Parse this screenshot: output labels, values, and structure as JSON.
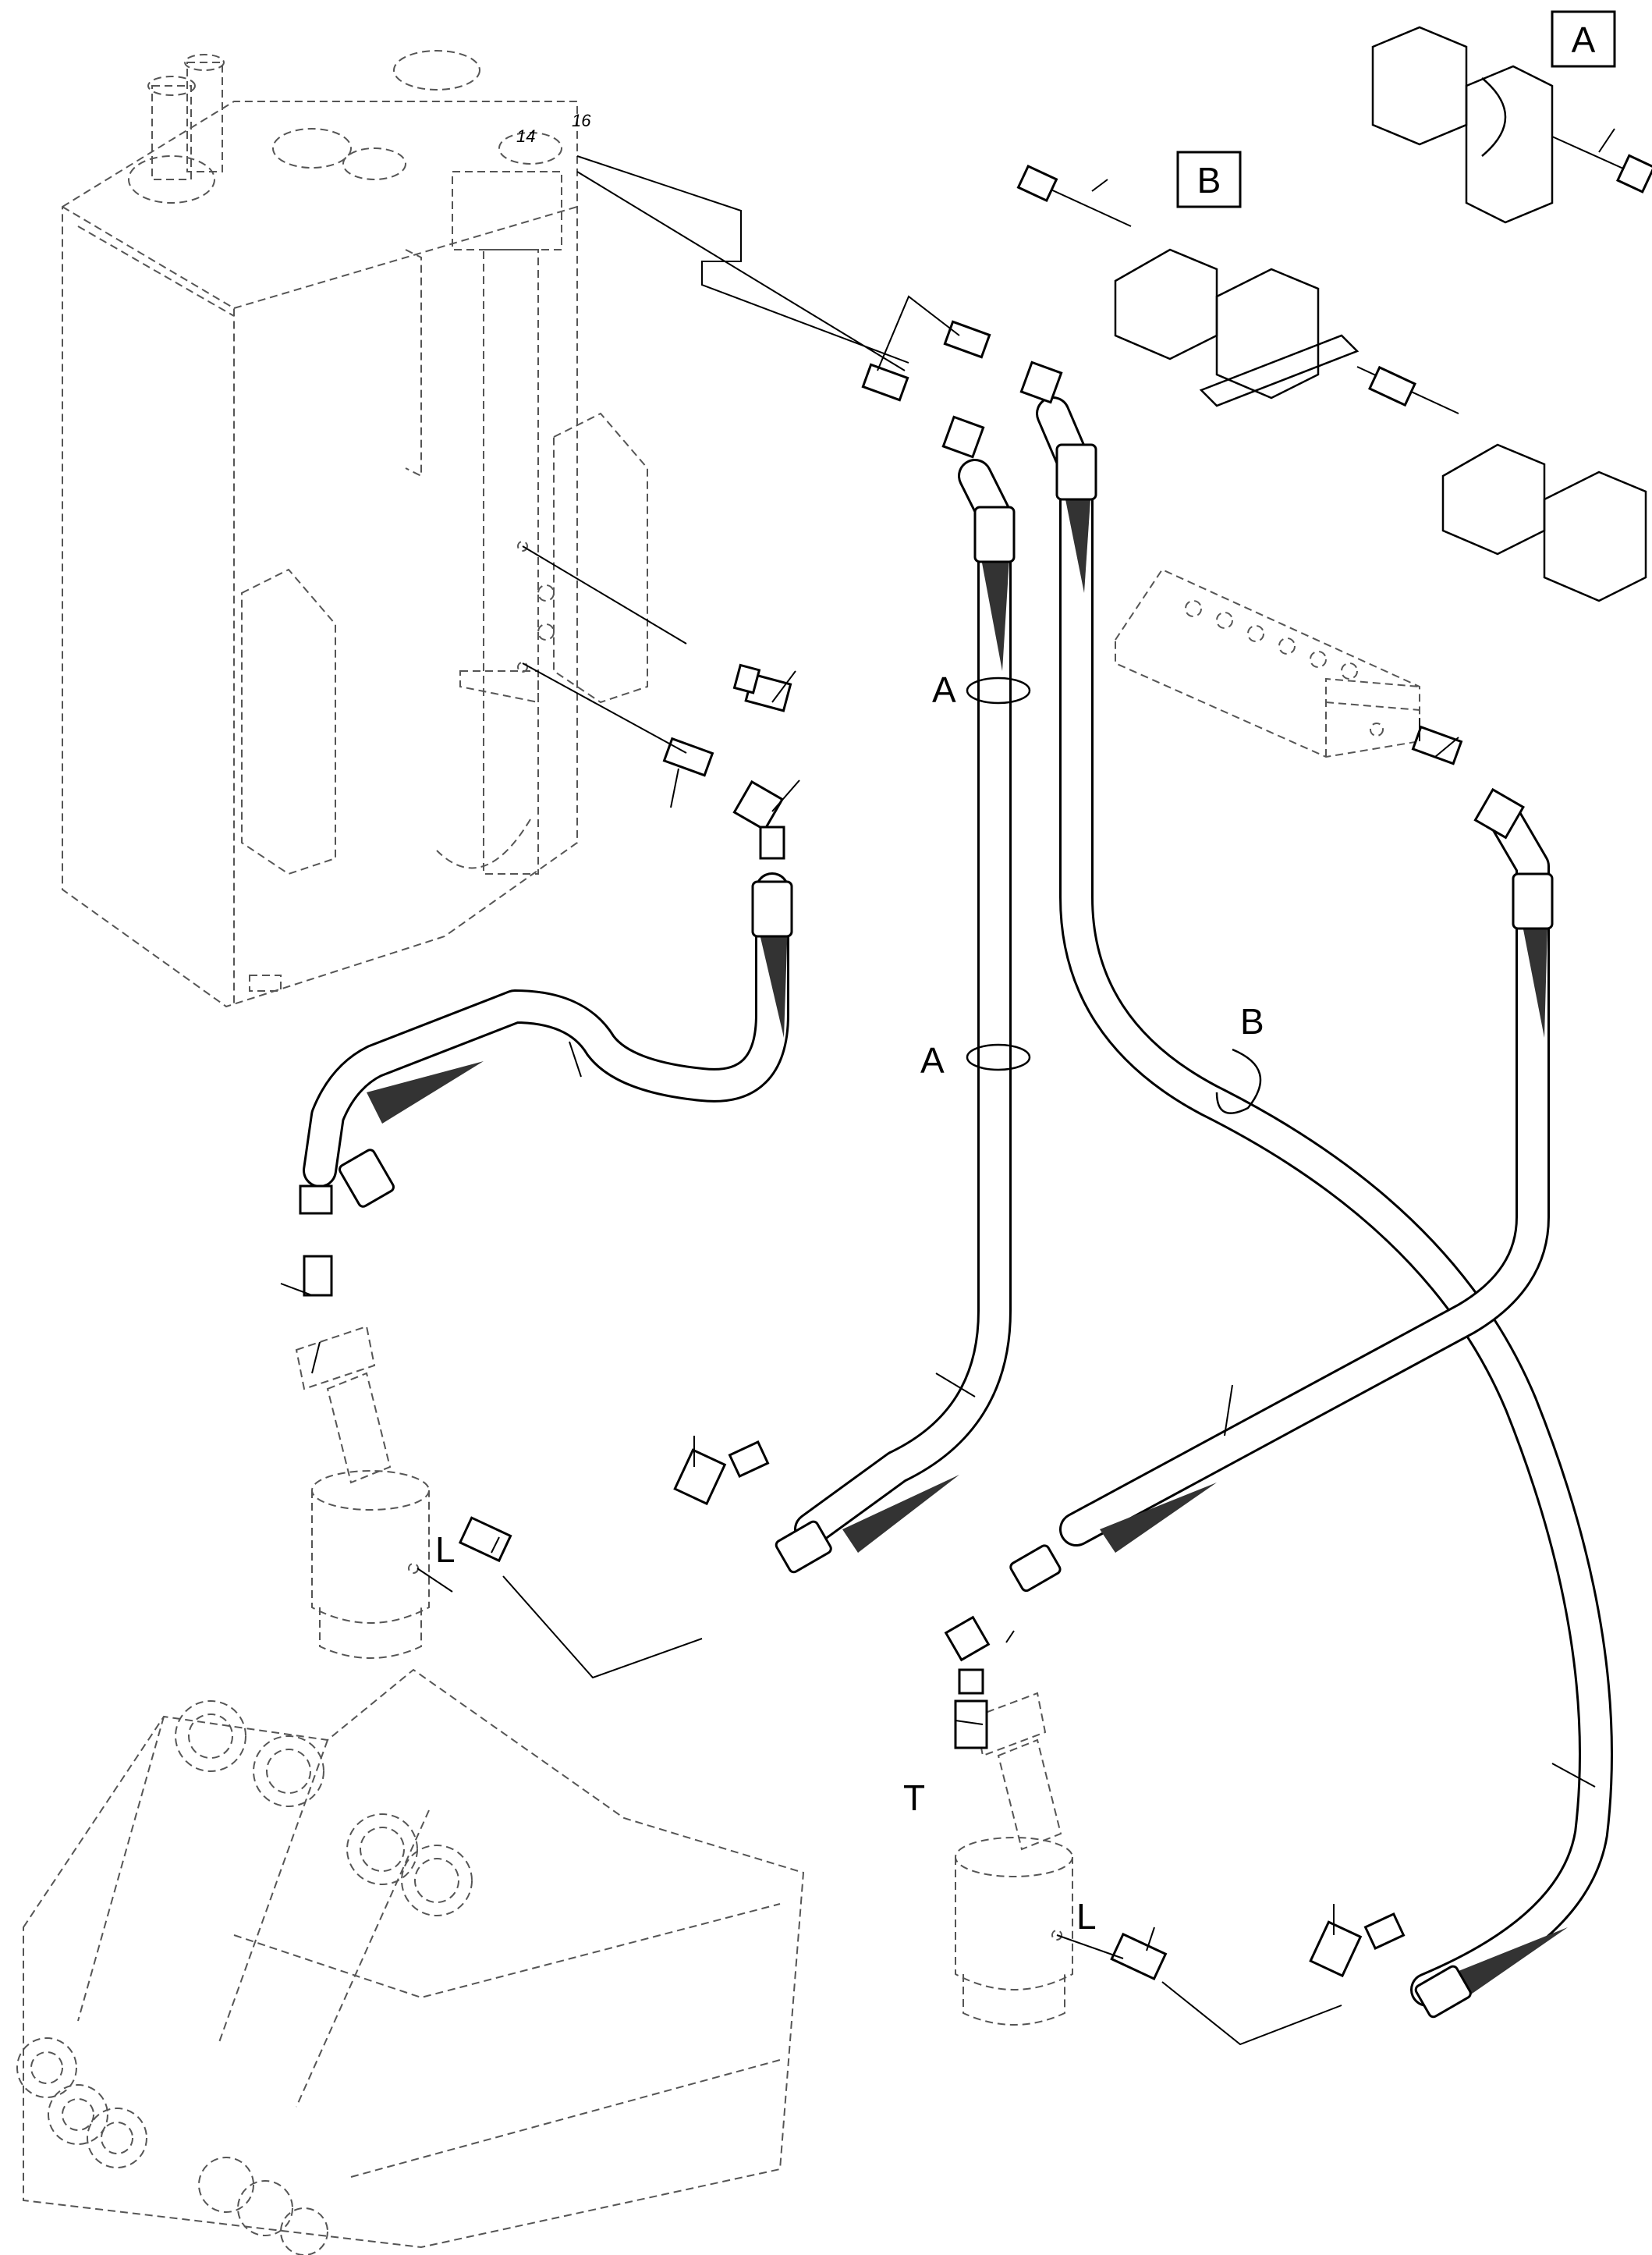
{
  "labels": {
    "box_a": "A",
    "box_b": "B",
    "port_14": "14",
    "port_16": "16",
    "clamp_a_upper": "A",
    "clamp_a_lower": "A",
    "clamp_b": "B",
    "motor_left_l": "L",
    "motor_right_l": "L",
    "motor_right_t": "T"
  }
}
